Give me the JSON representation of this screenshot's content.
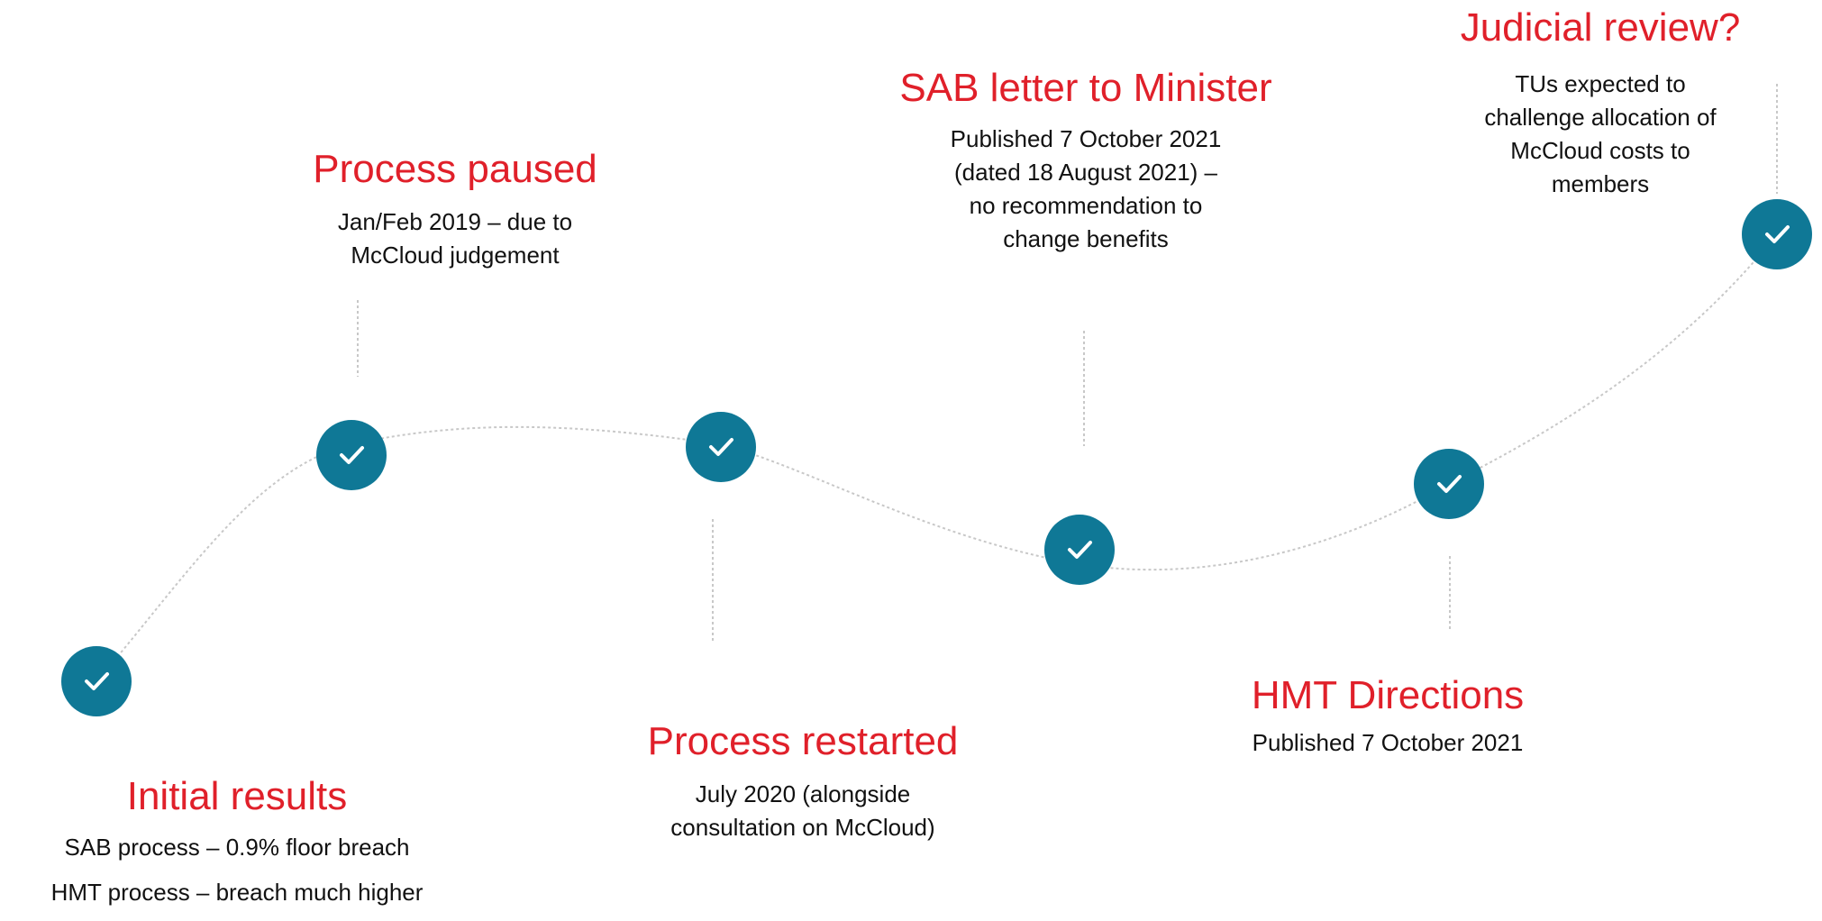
{
  "colors": {
    "heading": "#e0202a",
    "text": "#111111",
    "node": "#0f7896",
    "check": "#ffffff",
    "connector": "#c8c8c8"
  },
  "icon": "check-icon",
  "milestones": [
    {
      "id": "initial-results",
      "title": "Initial results",
      "lines": [
        "SAB process – 0.9% floor breach",
        "HMT process – breach much higher"
      ]
    },
    {
      "id": "process-paused",
      "title": "Process paused",
      "lines": [
        "Jan/Feb 2019 – due to",
        "McCloud judgement"
      ]
    },
    {
      "id": "process-restarted",
      "title": "Process restarted",
      "lines": [
        "July 2020 (alongside",
        "consultation on McCloud)"
      ]
    },
    {
      "id": "sab-letter",
      "title": "SAB letter to Minister",
      "lines": [
        "Published 7 October 2021",
        "(dated 18 August 2021) –",
        "no recommendation to",
        "change benefits"
      ]
    },
    {
      "id": "hmt-directions",
      "title": "HMT Directions",
      "lines": [
        "Published 7 October 2021"
      ]
    },
    {
      "id": "judicial-review",
      "title": "Judicial review?",
      "lines": [
        "TUs expected to",
        "challenge allocation of",
        "McCloud costs to",
        "members"
      ]
    }
  ]
}
